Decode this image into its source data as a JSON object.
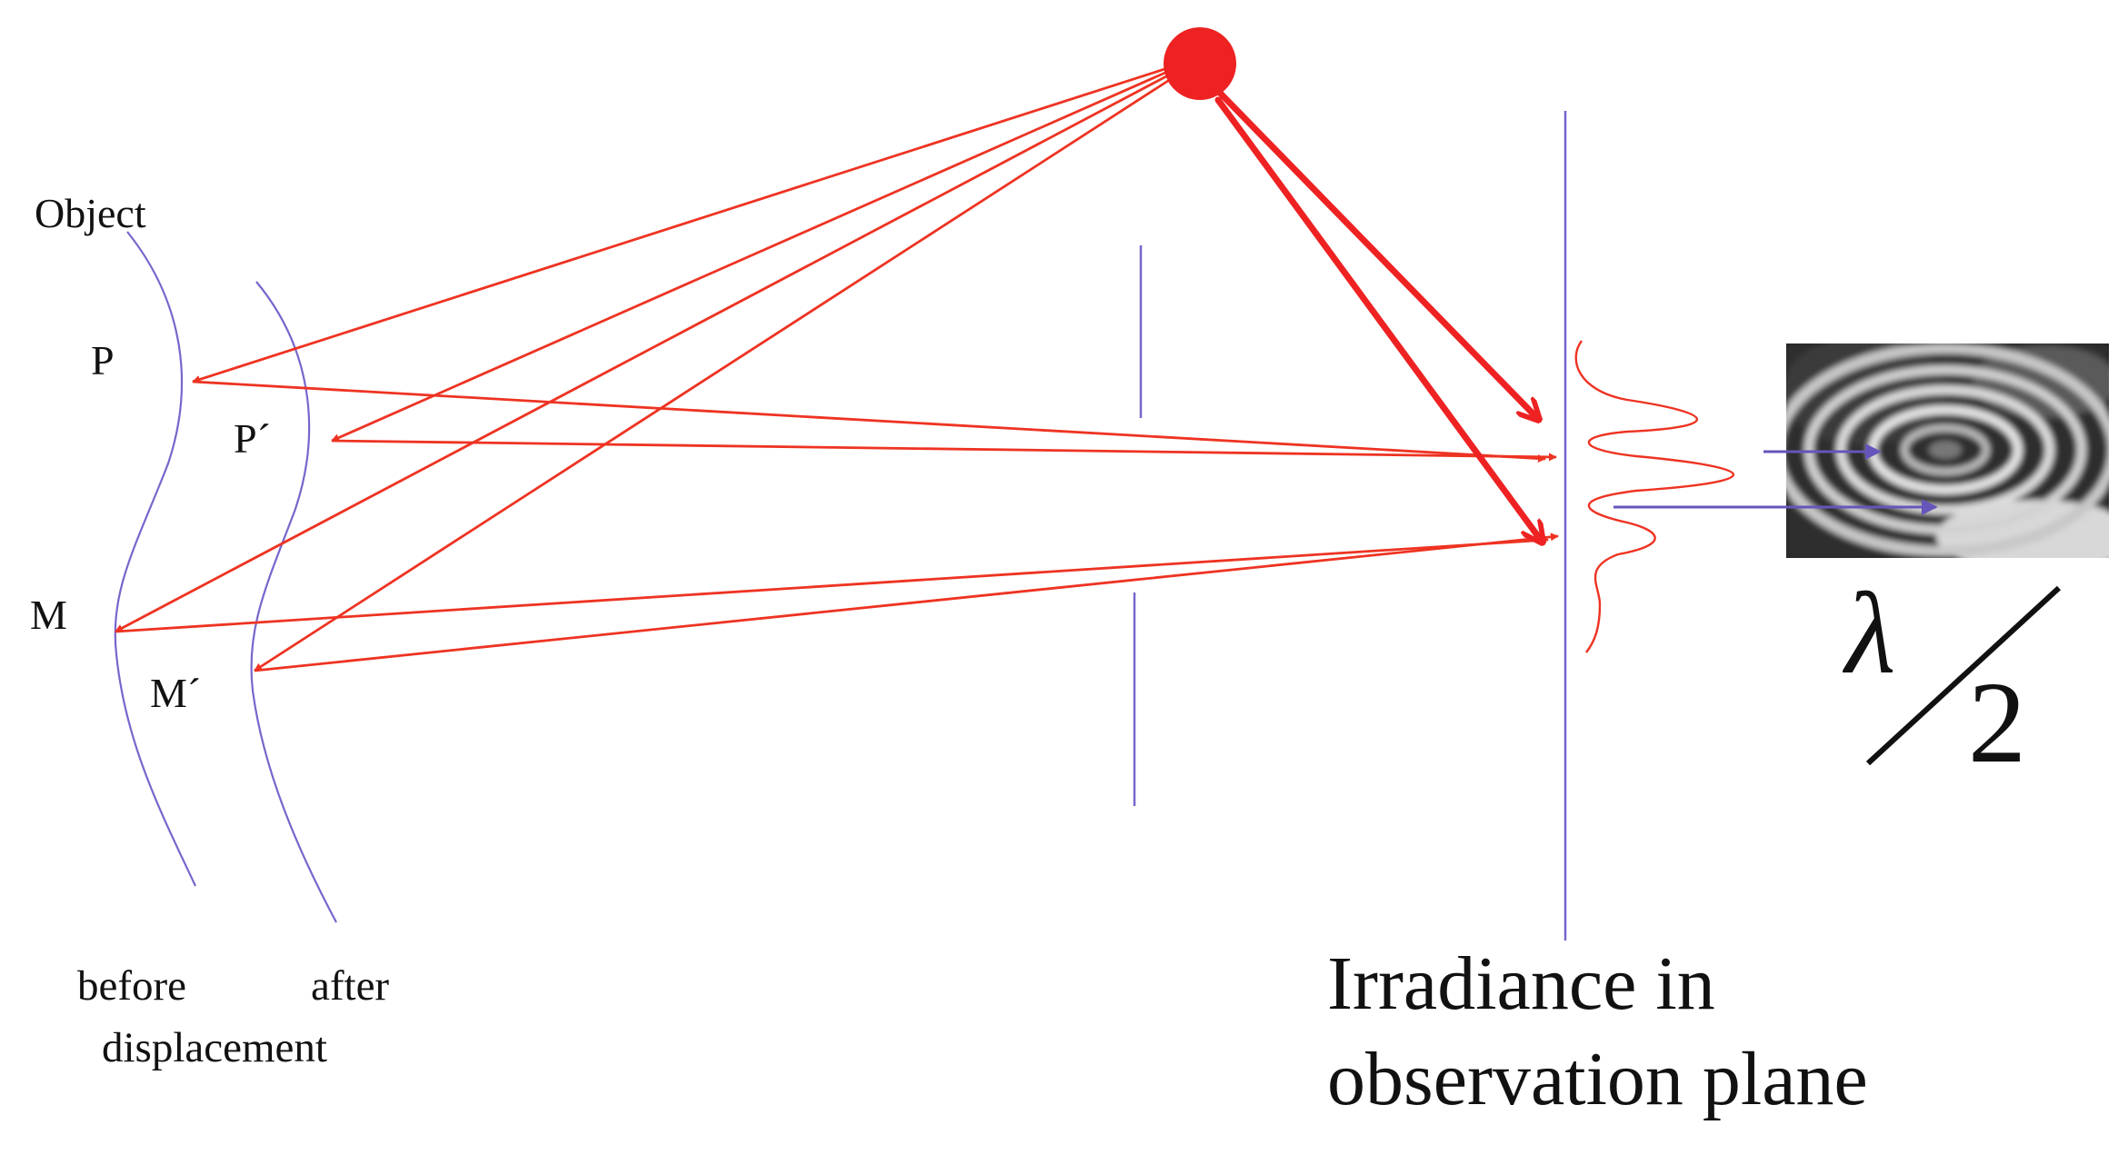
{
  "labels": {
    "object": "Object",
    "p": "P",
    "p_prime": "P´",
    "m": "M",
    "m_prime": "M´",
    "before": "before",
    "after": "after",
    "displacement": "displacement",
    "irradiance_line1": "Irradiance in",
    "irradiance_line2": "observation plane",
    "lambda": "λ",
    "two": "2"
  },
  "colors": {
    "ray": "#ee3322",
    "source": "#ee2222",
    "surface": "#7766cc",
    "plane": "#7766cc",
    "arrow_blue": "#6655bb",
    "text": "#111111"
  },
  "icons": {
    "source": "point-light-source",
    "fringes": "interference-fringe-image"
  }
}
